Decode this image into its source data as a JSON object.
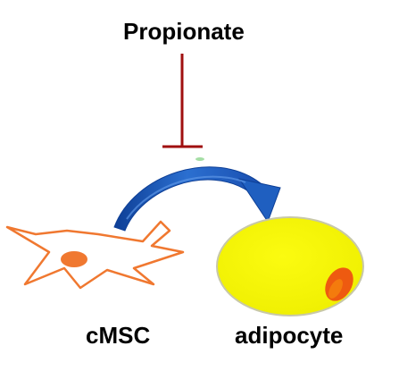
{
  "labels": {
    "inhibitor": "Propionate",
    "source_cell": "cMSC",
    "target_cell": "adipocyte"
  },
  "colors": {
    "inhibition": "#a01010",
    "arrow": "#1f5fc0",
    "arrow_dark": "#0e3f96",
    "msc_outline": "#f07830",
    "msc_nucleus": "#f07830",
    "adipocyte_fill": "#f7f700",
    "adipocyte_stroke": "#b8b8a0",
    "adipocyte_nucleus": "#ee5a10",
    "adipocyte_nucleus_inner": "#f5830d"
  }
}
